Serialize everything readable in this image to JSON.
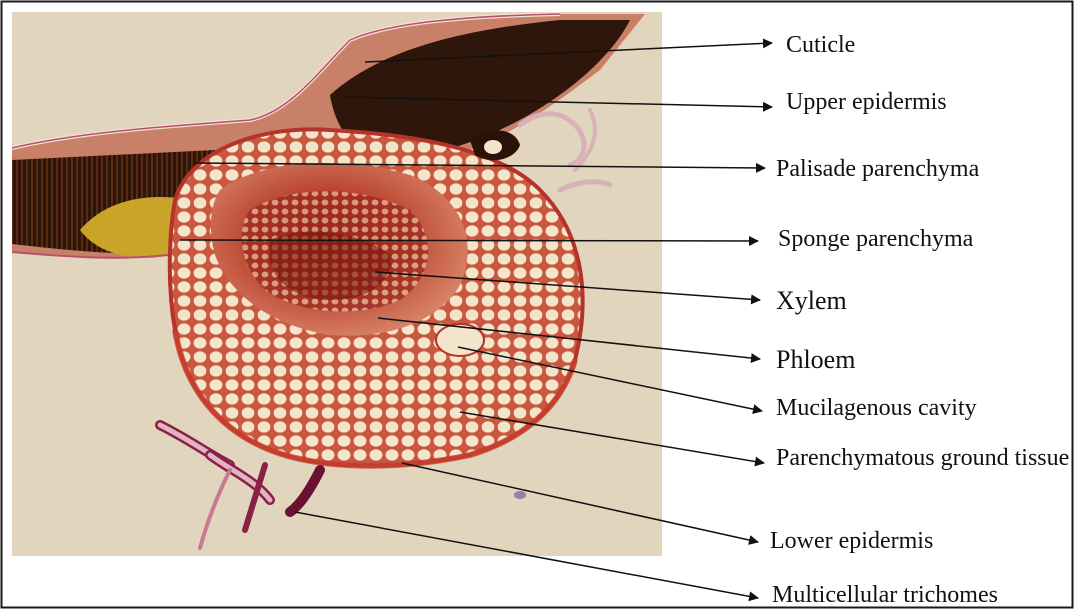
{
  "figure": {
    "colors": {
      "border": "#1a1a1a",
      "photo_background": "#e8dcc6",
      "stain_red": "#b5332a",
      "stain_dark": "#3a1c10",
      "cell_pale": "#f3e4cc",
      "pigment_yellow": "#c9a428",
      "arrow": "#111111"
    },
    "labels": [
      {
        "id": "cuticle",
        "text": "Cuticle"
      },
      {
        "id": "upper-epidermis",
        "text": "Upper epidermis"
      },
      {
        "id": "palisade-parenchyma",
        "text": "Palisade parenchyma"
      },
      {
        "id": "sponge-parenchyma",
        "text": "Sponge parenchyma"
      },
      {
        "id": "xylem",
        "text": "Xylem"
      },
      {
        "id": "phloem",
        "text": "Phloem"
      },
      {
        "id": "mucilagenous-cavity",
        "text": "Mucilagenous cavity"
      },
      {
        "id": "parenchymatous-ground-tissue",
        "text": "Parenchymatous ground tissue"
      },
      {
        "id": "lower-epidermis",
        "text": "Lower epidermis"
      },
      {
        "id": "multicellular-trichomes",
        "text": "Multicellular trichomes"
      }
    ]
  }
}
